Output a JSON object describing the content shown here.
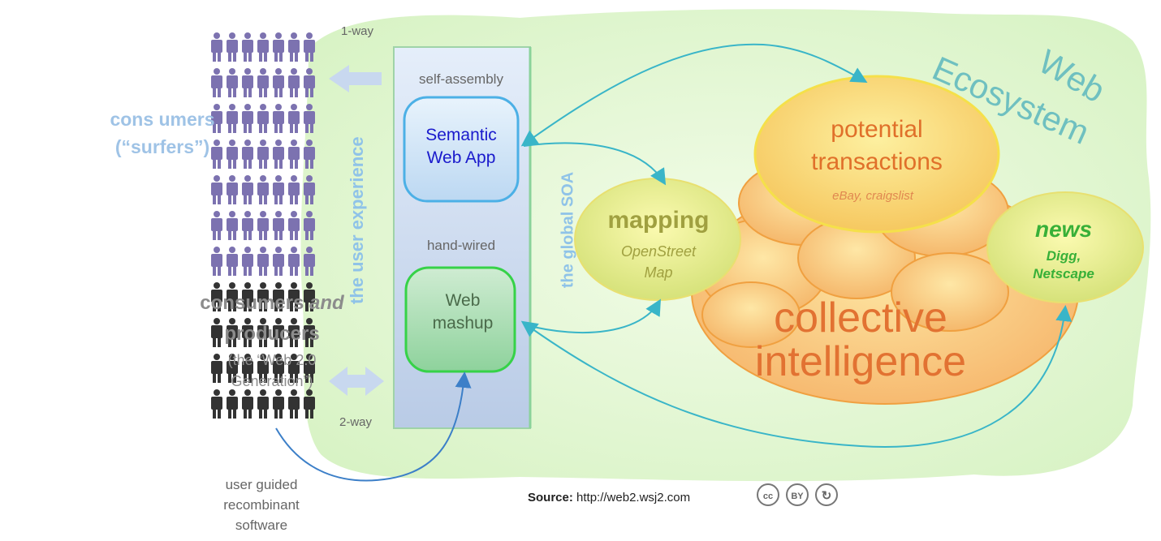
{
  "diagram_title": "Web Ecosystem",
  "title_parts": [
    "Web",
    "Ecosystem"
  ],
  "left_labels": {
    "consumers": "cons umers\n(“surfers”)",
    "consumers_producers_main": "consumers and\nproducers",
    "consumers_producers_sub": "(the “Web 2.0\nGeneration”)"
  },
  "arrow_labels": {
    "one_way": "1-way",
    "two_way": "2-way"
  },
  "vertical_labels": {
    "user_experience": "the user experience",
    "global_soa": "the global SOA"
  },
  "panel_labels": {
    "self_assembly": "self-assembly",
    "hand_wired": "hand-wired"
  },
  "apps": {
    "semantic": "Semantic\nWeb App",
    "mashup": "Web\nmashup"
  },
  "clusters": {
    "potential": {
      "title": "potential\ntransactions",
      "examples": "eBay, craigslist"
    },
    "mapping": {
      "title": "mapping",
      "examples": "OpenStreet\nMap"
    },
    "news": {
      "title": "news",
      "examples": "Digg,\nNetscape"
    },
    "collective": "collective\nintelligence"
  },
  "footnote": "user guided\nrecombinant\nsoftware",
  "source": {
    "label": "Source:",
    "url": "http://web2.wsj2.com"
  },
  "license_icons": [
    "cc-icon",
    "by-icon",
    "share-alike-icon"
  ],
  "colors": {
    "ecosystem_fill": "#e4f7d4",
    "panel_fill": "#c4d7ef",
    "accent_arrow": "#39b5c8",
    "collective_orange": "#e27232",
    "people_purple": "#7c72b0",
    "people_black": "#333333"
  }
}
